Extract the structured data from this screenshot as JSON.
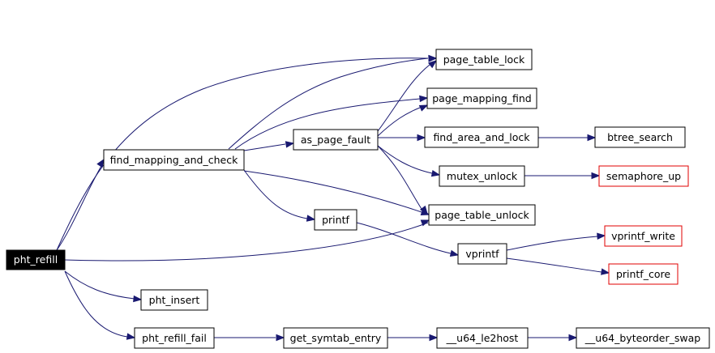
{
  "graph": {
    "nodes": {
      "pht_refill": "pht_refill",
      "find_mapping_and_check": "find_mapping_and_check",
      "pht_insert": "pht_insert",
      "pht_refill_fail": "pht_refill_fail",
      "page_table_lock": "page_table_lock",
      "page_mapping_find": "page_mapping_find",
      "as_page_fault": "as_page_fault",
      "find_area_and_lock": "find_area_and_lock",
      "btree_search": "btree_search",
      "mutex_unlock": "mutex_unlock",
      "semaphore_up": "semaphore_up",
      "page_table_unlock": "page_table_unlock",
      "printf": "printf",
      "vprintf": "vprintf",
      "vprintf_write": "vprintf_write",
      "printf_core": "printf_core",
      "get_symtab_entry": "get_symtab_entry",
      "u64_le2host": "__u64_le2host",
      "u64_byteorder_swap": "__u64_byteorder_swap"
    },
    "colors": {
      "edge": "#191970",
      "missing_node_border": "#e00000",
      "root_fill": "#000000"
    }
  }
}
